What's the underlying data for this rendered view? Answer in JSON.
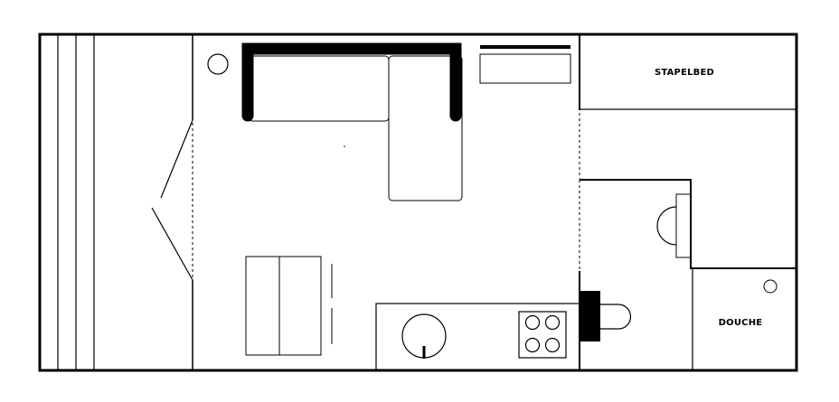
{
  "diagram": {
    "type": "floor-plan",
    "room_labels": {
      "bunk_bed": "STAPELBED",
      "shower": "DOUCHE"
    },
    "colors": {
      "wall": "#000000",
      "fixture_line": "#000000",
      "background": "#ffffff"
    }
  }
}
